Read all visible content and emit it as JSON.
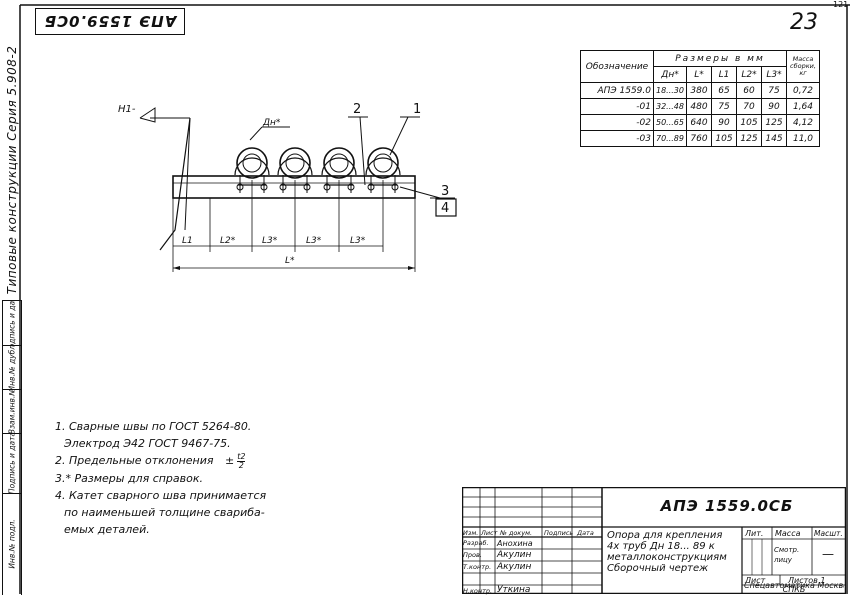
{
  "sheet": {
    "stamp_code": "АПЭ 1559.0СБ",
    "page_number": "23",
    "corner_mark": "121",
    "series_label": "Типовые конструкции   Серия 5.908-2",
    "margin_cells": [
      "Инв.№ подл.",
      "Подпись и дата",
      "Взам.инв.№",
      "Инв.№ дубл.",
      "Подпись и дата"
    ]
  },
  "drawing": {
    "callout_h1": "Н1-",
    "label_dn": "Дн*",
    "label_1": "1",
    "label_2": "2",
    "label_3": "3",
    "label_4": "4",
    "dim_l1": "L1",
    "dim_l2": "L2*",
    "dim_l3a": "L3*",
    "dim_l3b": "L3*",
    "dim_l3c": "L3*",
    "dim_l": "L*"
  },
  "table": {
    "col_designation": "Обозначение",
    "col_sizes": "Размеры в мм",
    "col_mass": "Масса сборки, кг",
    "sub_headers": [
      "Дн*",
      "L*",
      "L1",
      "L2*",
      "L3*"
    ],
    "rows": [
      {
        "designation": "АПЭ 1559.0",
        "dn": "18...30",
        "l": "380",
        "l1": "65",
        "l2": "60",
        "l3": "75",
        "mass": "0,72"
      },
      {
        "designation": "-01",
        "dn": "32...48",
        "l": "480",
        "l1": "75",
        "l2": "70",
        "l3": "90",
        "mass": "1,64"
      },
      {
        "designation": "-02",
        "dn": "50...65",
        "l": "640",
        "l1": "90",
        "l2": "105",
        "l3": "125",
        "mass": "4,12"
      },
      {
        "designation": "-03",
        "dn": "70...89",
        "l": "760",
        "l1": "105",
        "l2": "125",
        "l3": "145",
        "mass": "11,0"
      }
    ]
  },
  "notes": {
    "n1a": "1. Сварные швы по ГОСТ 5264-80.",
    "n1b": "Электрод Э42 ГОСТ 9467-75.",
    "n2": "2. Предельные отклонения",
    "n2_pm": "±",
    "n2_num": "t2",
    "n2_den": "2",
    "n3": "3.* Размеры для справок.",
    "n4a": "4. Катет сварного шва принимается",
    "n4b": "по наименьшей толщине свариба-",
    "n4c": "емых деталей."
  },
  "title_block": {
    "doc_code": "АПЭ 1559.0СБ",
    "col_headers": [
      "Изм.",
      "Лист",
      "№ докум.",
      "Подпись",
      "Дата"
    ],
    "roles": [
      "Разраб.",
      "Пров.",
      "Т.контр.",
      "Н.контр."
    ],
    "names": [
      "Анохина",
      "Акулин",
      "Акулин",
      "Уткина"
    ],
    "name_line1": "Опора для крепления",
    "name_line2": "4х труб Дн 18... 89 к",
    "name_line3": "металлоконструкциям",
    "name_line4": "Сборочный чертеж",
    "lit_label": "Лит.",
    "mass_label": "Масса",
    "scale_label": "Масшт.",
    "mass_value": "Смотр. лицу",
    "scale_value": "—",
    "sheet_label": "Лист",
    "sheets_label": "Листов 1",
    "org_line1": "СПКБ",
    "org_line2": "Спецавтоматика",
    "org_line3": "Москва"
  }
}
